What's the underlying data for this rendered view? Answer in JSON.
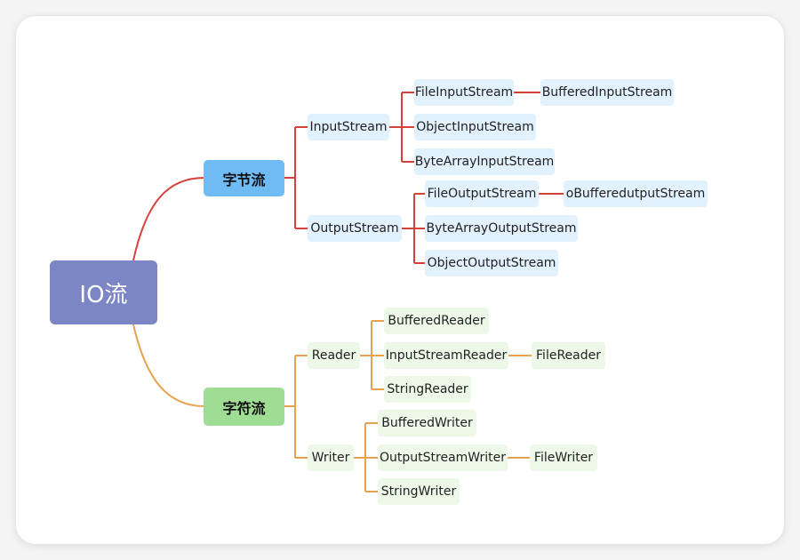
{
  "root": "IO流",
  "byte": {
    "label": "字节流",
    "input": {
      "label": "InputStream",
      "children": [
        "FileInputStream",
        "ObjectInputStream",
        "ByteArrayInputStream"
      ],
      "file_child": "BufferedInputStream"
    },
    "output": {
      "label": "OutputStream",
      "children": [
        "FileOutputStream",
        "ByteArrayOutputStream",
        "ObjectOutputStream"
      ],
      "file_child": "oBufferedutputStream"
    }
  },
  "char": {
    "label": "字符流",
    "reader": {
      "label": "Reader",
      "children": [
        "BufferedReader",
        "InputStreamReader",
        "StringReader"
      ],
      "isr_child": "FileReader"
    },
    "writer": {
      "label": "Writer",
      "children": [
        "BufferedWriter",
        "OutputStreamWriter",
        "StringWriter"
      ],
      "osw_child": "FileWriter"
    }
  },
  "colors": {
    "byte_branch": "#d6413a",
    "char_branch": "#e8a14e",
    "root_fill": "#7c86c4"
  }
}
